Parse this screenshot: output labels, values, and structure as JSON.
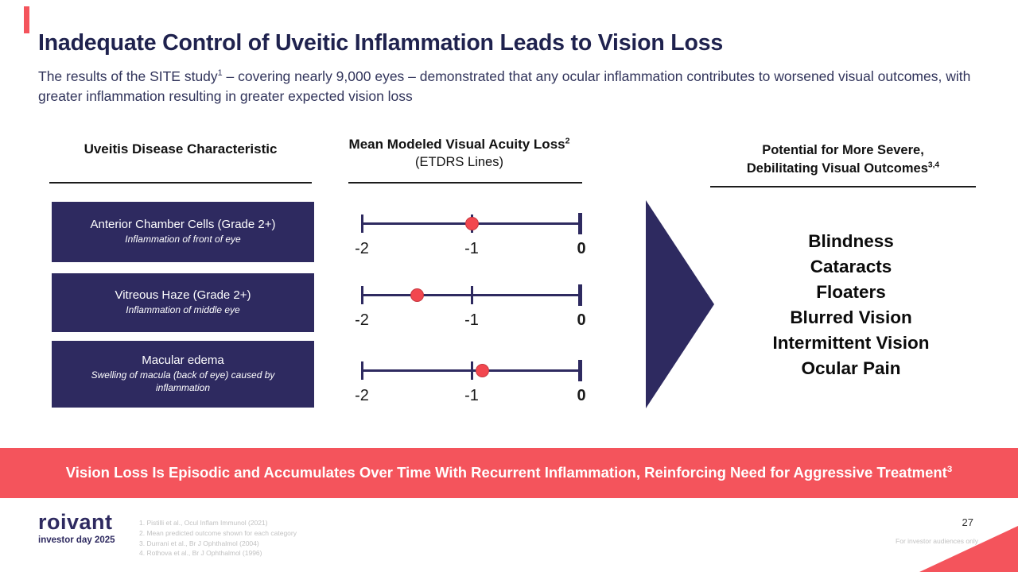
{
  "header": {
    "title": "Inadequate Control of Uveitic Inflammation Leads to Vision Loss",
    "subtitle_pre": "The results of the SITE study",
    "subtitle_sup": "1",
    "subtitle_post": " – covering nearly 9,000 eyes – demonstrated that any ocular inflammation contributes to worsened visual outcomes, with greater inflammation resulting in greater expected vision loss"
  },
  "columns": {
    "characteristic": "Uveitis Disease Characteristic",
    "acuity_title": "Mean Modeled Visual Acuity Loss",
    "acuity_sup": "2",
    "acuity_sub": "(ETDRS Lines)",
    "outcomes_line1": "Potential for More Severe,",
    "outcomes_line2": "Debilitating Visual Outcomes",
    "outcomes_sup": "3,4"
  },
  "axis": {
    "min": -2,
    "max": 0,
    "ticks": [
      "-2",
      "-1",
      "0"
    ]
  },
  "rows": [
    {
      "title": "Anterior Chamber Cells (Grade 2+)",
      "subtitle": "Inflammation of front of eye",
      "value": -1.0
    },
    {
      "title": "Vitreous Haze (Grade 2+)",
      "subtitle": "Inflammation of middle eye",
      "value": -1.5
    },
    {
      "title": "Macular edema",
      "subtitle": "Swelling of macula (back of eye) caused by inflammation",
      "value": -0.9
    }
  ],
  "outcomes": [
    "Blindness",
    "Cataracts",
    "Floaters",
    "Blurred Vision",
    "Intermittent Vision",
    "Ocular Pain"
  ],
  "banner": {
    "text": "Vision Loss Is Episodic and Accumulates Over Time With Recurrent Inflammation, Reinforcing Need for Aggressive Treatment",
    "sup": "3"
  },
  "footer": {
    "logo_primary": "roivant",
    "logo_secondary": "investor day 2025",
    "footnotes": [
      "1. Pistilli et al., Ocul Inflam Immunol (2021)",
      "2. Mean predicted outcome shown for each category",
      "3. Durrani et al., Br J Ophthalmol (2004)",
      "4. Rothova et al., Br J Ophthalmol (1996)"
    ],
    "page_number": "27",
    "audience_note": "For investor audiences only"
  },
  "colors": {
    "coral": "#F4545C",
    "navy": "#2E2A60"
  }
}
